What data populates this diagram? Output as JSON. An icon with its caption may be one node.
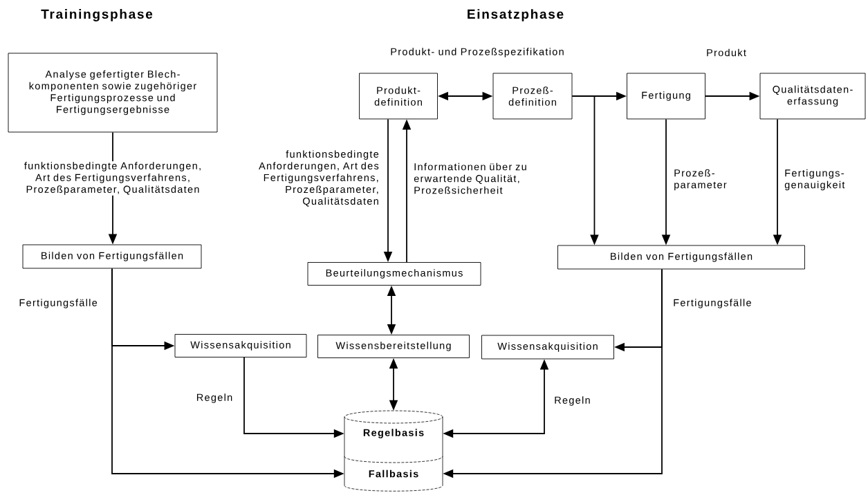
{
  "diagram": {
    "nodes": [
      {
        "text": [
          "Analyse gefertigter Blech- komponenten sowie zugehöriger Fertigungsprozesse und Fertigungsergebnisse"
        ]
      },
      {
        "text": [
          "Bilden von Fertigungsfällen"
        ]
      },
      {
        "text": [
          "Wissensakquisition"
        ]
      },
      {
        "text": [
          "Produkt- definition"
        ]
      },
      {
        "text": [
          "Prozeß- definition"
        ]
      },
      {
        "text": [
          "Fertigung"
        ]
      },
      {
        "text": [
          "Qualitätsdaten- erfassung"
        ]
      },
      {
        "text": [
          "Beurteilungsmechanismus"
        ]
      },
      {
        "text": [
          "Wissensbereitstellung"
        ]
      },
      {
        "text": [
          "Bilden von Fertigungsfällen"
        ]
      },
      {
        "text": [
          "Wissensakquisition"
        ]
      },
      {
        "text": [
          "Regelbasis"
        ]
      },
      {
        "text": [
          "Fallbasis"
        ]
      }
    ],
    "edges": [
      {
        "from": 0,
        "to": 1,
        "arrow": "to",
        "label": "funktionsbedingte Anforderungen, Art des Fertigungsverfahrens, Prozeßparameter, Qualitätsdaten"
      },
      {
        "from": 1,
        "to": 2,
        "arrow": "to",
        "label": "Fertigungsfälle"
      },
      {
        "from": 1,
        "to": 12,
        "arrow": "to"
      },
      {
        "from": 2,
        "to": 11,
        "arrow": "to",
        "label": "Regeln"
      },
      {
        "from": 3,
        "to": 4,
        "arrow": "both"
      },
      {
        "from": 4,
        "to": 5,
        "arrow": "to"
      },
      {
        "from": 5,
        "to": 6,
        "arrow": "to"
      },
      {
        "from": 4,
        "to": 9,
        "arrow": "to"
      },
      {
        "from": 5,
        "to": 9,
        "arrow": "to",
        "label": "Prozeß- parameter"
      },
      {
        "from": 6,
        "to": 9,
        "arrow": "to",
        "label": "Fertigungs- genauigkeit"
      },
      {
        "from": 3,
        "to": 7,
        "arrow": "to",
        "label": "funktionsbedingte Anforderungen, Art des Fertigungsverfahrens, Prozeßparameter, Qualitätsdaten"
      },
      {
        "from": 7,
        "to": 3,
        "arrow": "to",
        "label": "Informationen über zu erwartende Qualität, Prozeßsicherheit"
      },
      {
        "from": 7,
        "to": 8,
        "arrow": "both"
      },
      {
        "from": 8,
        "to": 11,
        "arrow": "both"
      },
      {
        "from": 9,
        "to": 10,
        "arrow": "to",
        "label": "Fertigungsfälle"
      },
      {
        "from": 9,
        "to": 12,
        "arrow": "to"
      },
      {
        "from": 10,
        "to": 11,
        "arrow": "both",
        "label": "Regeln"
      }
    ],
    "labels": [
      "Trainingsphase",
      "Einsatzphase",
      "Produkt- und Prozeßspezifikation",
      "Produkt"
    ]
  }
}
